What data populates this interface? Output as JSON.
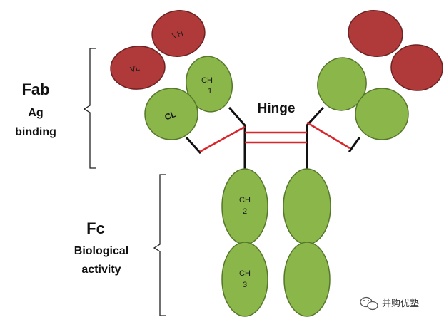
{
  "labels": {
    "fab_title": "Fab",
    "fab_sub1": "Ag",
    "fab_sub2": "binding",
    "fc_title": "Fc",
    "fc_sub1": "Biological",
    "fc_sub2": "activity",
    "hinge": "Hinge"
  },
  "domains": {
    "vh": "VH",
    "vl": "VL",
    "ch1_line1": "CH",
    "ch1_line2": "1",
    "cl": "CL",
    "ch2_line1": "CH",
    "ch2_line2": "2",
    "ch3_line1": "CH",
    "ch3_line2": "3"
  },
  "watermark": {
    "text": "并购优塾",
    "icon": "wechat-icon"
  },
  "colors": {
    "variable_domain": "#b03a3a",
    "constant_domain": "#8ab64a",
    "disulfide_bond": "#d8262b",
    "chain": "#111111"
  }
}
